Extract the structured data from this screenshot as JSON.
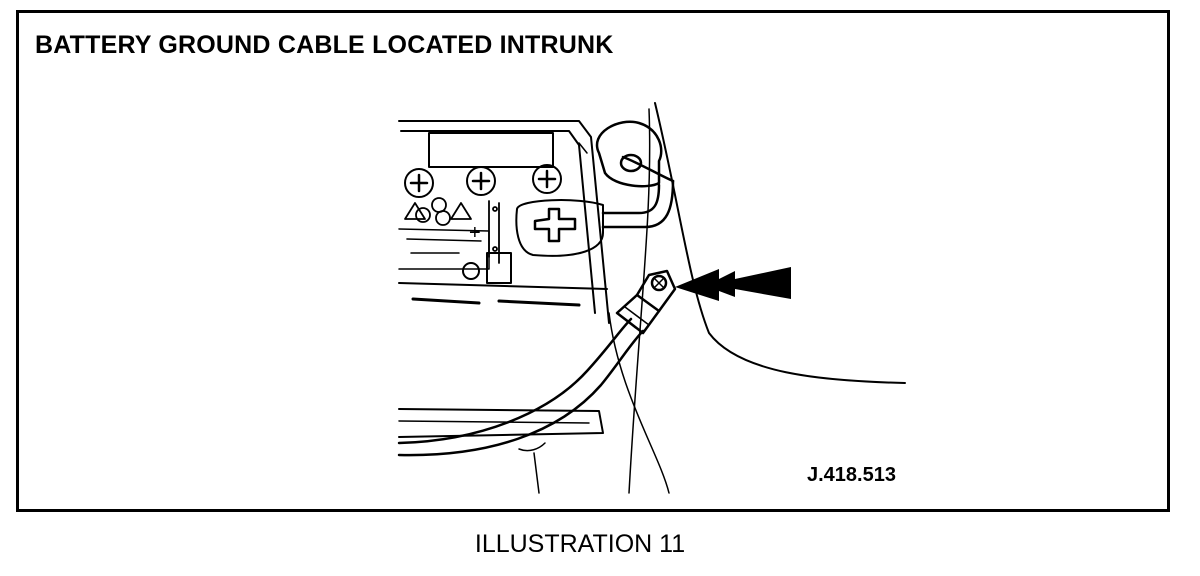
{
  "figure": {
    "title": "BATTERY GROUND CABLE LOCATED INTRUNK",
    "reference_code": "J.418.513",
    "caption": "ILLUSTRATION 11",
    "battery_positive_symbol": "+",
    "colors": {
      "line": "#000000",
      "background": "#ffffff"
    }
  }
}
